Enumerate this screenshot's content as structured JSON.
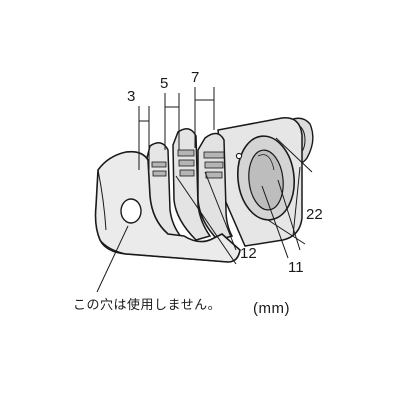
{
  "dimensions": {
    "slot_width_1": "3",
    "slot_width_2": "5",
    "slot_width_3": "7",
    "hole_height": "22",
    "hole_width": "11",
    "slot_depth": "12"
  },
  "note": "この穴は使用しません。",
  "unit": "(mm)",
  "colors": {
    "body_fill": "#e8e8e8",
    "body_shade": "#cfcfcf",
    "slot_fill": "#b8b8b8",
    "line": "#1a1a1a"
  }
}
